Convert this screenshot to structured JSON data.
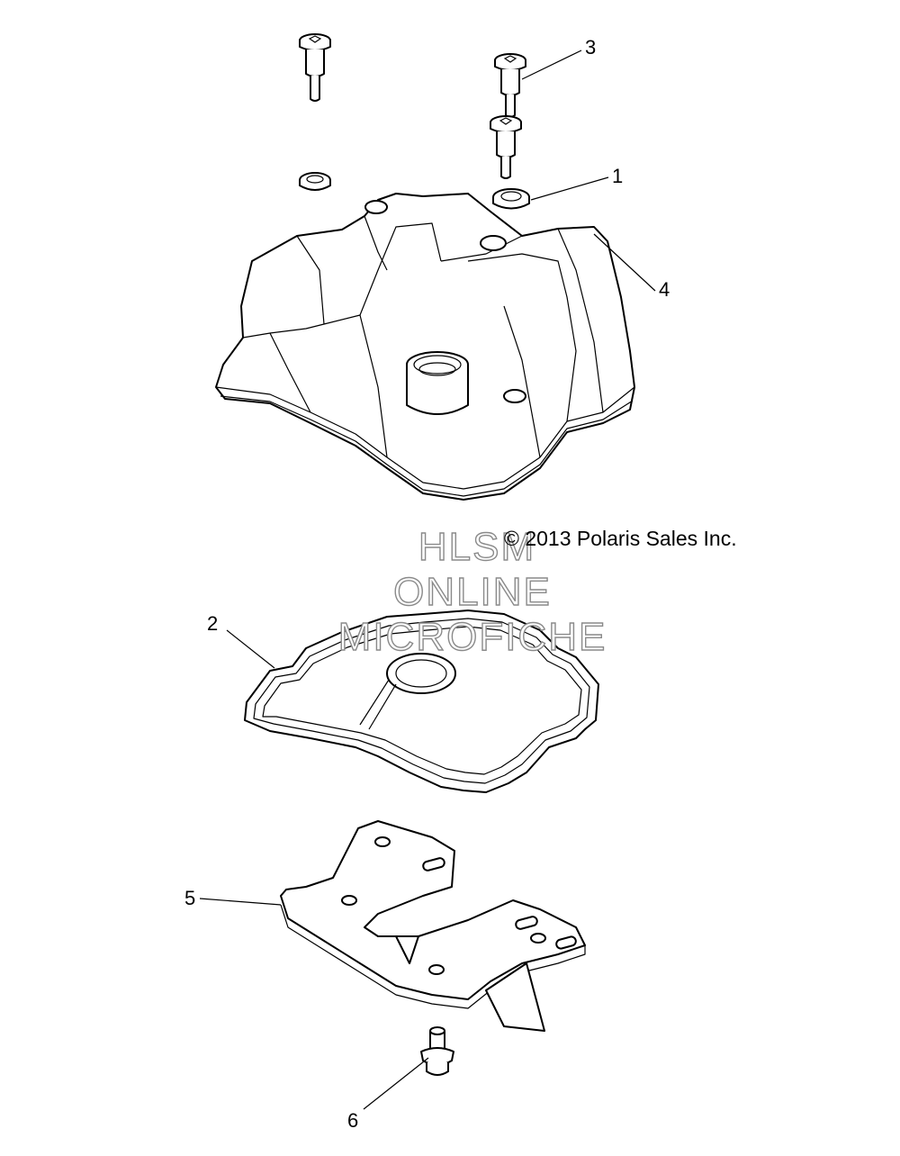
{
  "copyright": "© 2013 Polaris Sales Inc.",
  "watermark": {
    "line1": "HLSM",
    "line2": "ONLINE",
    "line3": "MICROFICHE"
  },
  "callouts": [
    {
      "id": "grommet",
      "label": "1"
    },
    {
      "id": "gasket",
      "label": "2"
    },
    {
      "id": "bolt",
      "label": "3"
    },
    {
      "id": "valve-cover",
      "label": "4"
    },
    {
      "id": "bracket",
      "label": "5"
    },
    {
      "id": "screw",
      "label": "6"
    }
  ]
}
